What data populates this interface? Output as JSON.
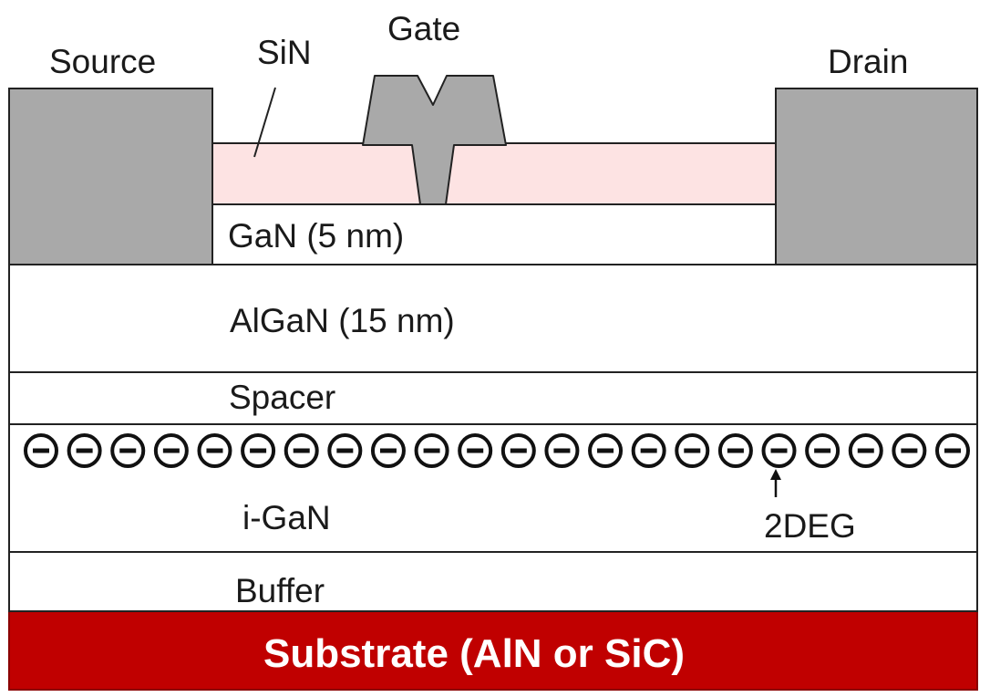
{
  "labels": {
    "source": "Source",
    "sin": "SiN",
    "gate": "Gate",
    "drain": "Drain",
    "gan_cap": "GaN (5 nm)",
    "algan": "AlGaN (15 nm)",
    "spacer": "Spacer",
    "igan": "i-GaN",
    "twodeg": "2DEG",
    "buffer": "Buffer",
    "substrate": "Substrate (AlN or SiC)"
  },
  "electron_symbol": "−",
  "electron_count": 22,
  "colors": {
    "contact_gray": "#a9a9a9",
    "sin_pink": "#fde3e3",
    "substrate_red": "#c00000",
    "layer_white": "#ffffff",
    "outline": "#222222"
  }
}
